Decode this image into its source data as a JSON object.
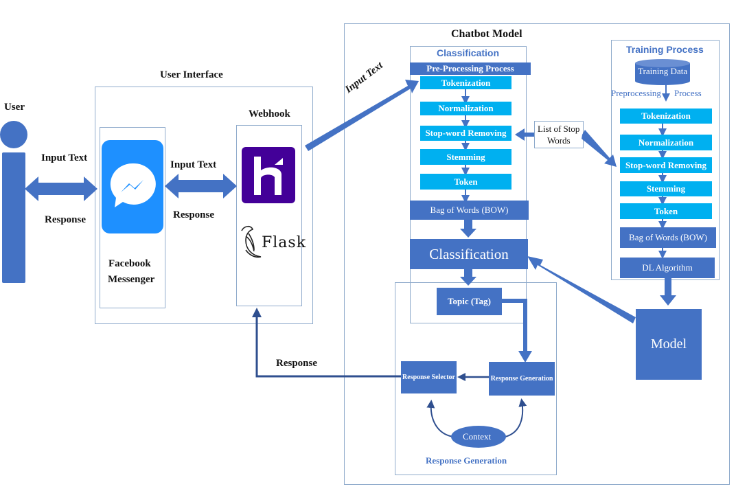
{
  "user": {
    "label": "User"
  },
  "ui": {
    "title": "User Interface",
    "arrow_in_label": "Input Text",
    "arrow_out_label": "Response",
    "messenger_label_1": "Facebook",
    "messenger_label_2": "Messenger",
    "inner_in_label": "Input Text",
    "inner_out_label": "Response",
    "webhook_title": "Webhook",
    "flask_label": "Flask"
  },
  "to_model": {
    "label": "Input Text"
  },
  "response_back": {
    "label": "Response"
  },
  "model": {
    "title": "Chatbot Model",
    "classification_title": "Classification",
    "preprocess_header": "Pre-Processing Process",
    "steps": [
      "Tokenization",
      "Normalization",
      "Stop-word Removing",
      "Stemming",
      "Token"
    ],
    "bow": "Bag of Words (BOW)",
    "classification_box": "Classification",
    "topic": "Topic (Tag)",
    "stopwords_1": "List of Stop",
    "stopwords_2": "Words",
    "response_selector": "Response Selector",
    "response_generation_box": "Response Generation",
    "context": "Context",
    "response_generation_title": "Response Generation",
    "model_box": "Model"
  },
  "training": {
    "title": "Training Process",
    "data": "Training Data",
    "preprocessing": "Preprocessing",
    "process": "Process",
    "steps": [
      "Tokenization",
      "Normalization",
      "Stop-word Removing",
      "Stemming",
      "Token"
    ],
    "bow": "Bag of Words (BOW)",
    "algorithm": "DL Algorithm"
  },
  "colors": {
    "primary": "#4472c4",
    "cyan": "#00b0f0",
    "dark_arrow": "#2f4f8f",
    "frame": "#8eaacb"
  }
}
